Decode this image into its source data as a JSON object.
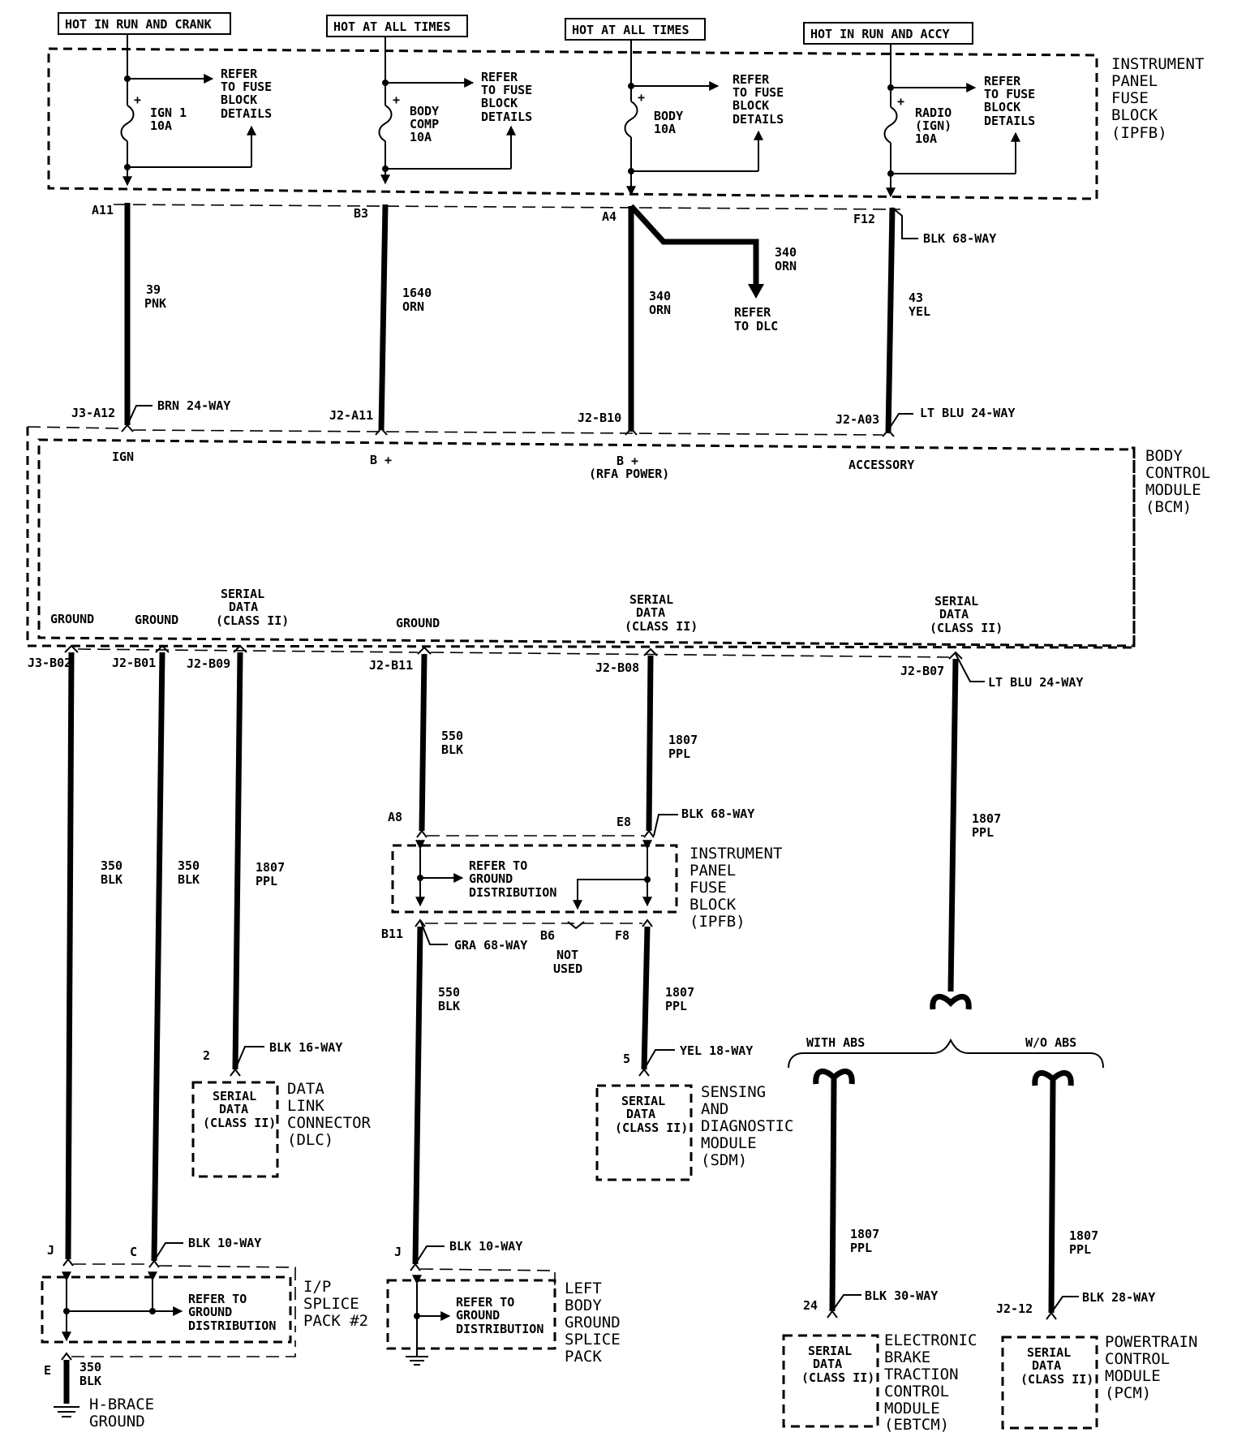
{
  "feeds": {
    "f1": "HOT IN RUN AND CRANK",
    "f2": "HOT AT ALL TIMES",
    "f3": "HOT AT ALL TIMES",
    "f4": "HOT IN RUN AND ACCY"
  },
  "fuses": {
    "f1": [
      "IGN 1",
      "10A"
    ],
    "f2": [
      "BODY",
      "COMP",
      "10A"
    ],
    "f3": [
      "BODY",
      "10A"
    ],
    "f4": [
      "RADIO",
      "(IGN)",
      "10A"
    ],
    "refer": [
      "REFER",
      "TO FUSE",
      "BLOCK",
      "DETAILS"
    ]
  },
  "ipfb_top": [
    "INSTRUMENT",
    "PANEL",
    "FUSE",
    "BLOCK",
    "(IPFB)"
  ],
  "top_terms": {
    "a11": "A11",
    "b3": "B3",
    "a4": "A4",
    "f12": "F12",
    "blk68": "BLK 68-WAY"
  },
  "top_wires": {
    "w39": [
      "39",
      "PNK"
    ],
    "w1640": [
      "1640",
      "ORN"
    ],
    "w340a": [
      "340",
      "ORN"
    ],
    "w340b": [
      "340",
      "ORN"
    ],
    "dlc_ref": [
      "REFER",
      "TO DLC"
    ],
    "w43": [
      "43",
      "YEL"
    ]
  },
  "bcm_top_terms": {
    "j3a12": "J3-A12",
    "brn24": "BRN 24-WAY",
    "j2a11": "J2-A11",
    "j2b10": "J2-B10",
    "j2a03": "J2-A03",
    "ltblu24": "LT BLU 24-WAY"
  },
  "bcm": {
    "label": [
      "BODY",
      "CONTROL",
      "MODULE",
      "(BCM)"
    ],
    "ign": "IGN",
    "bplus": "B +",
    "bplus_rfa": [
      "B +",
      "(RFA POWER)"
    ],
    "accessory": "ACCESSORY",
    "ground1": "GROUND",
    "ground2": "GROUND",
    "ground3": "GROUND",
    "serial1": [
      "SERIAL",
      "DATA",
      "(CLASS II)"
    ],
    "serial2": [
      "SERIAL",
      "DATA",
      "(CLASS II)"
    ],
    "serial3": [
      "SERIAL",
      "DATA",
      "(CLASS II)"
    ]
  },
  "bcm_bottom_terms": {
    "j3b02": "J3-B02",
    "j2b01": "J2-B01",
    "j2b09": "J2-B09",
    "j2b11": "J2-B11",
    "j2b08": "J2-B08",
    "j2b07": "J2-B07",
    "ltblu24": "LT BLU 24-WAY"
  },
  "mid_wires": {
    "w550a": [
      "550",
      "BLK"
    ],
    "w1807a": [
      "1807",
      "PPL"
    ],
    "w1807b": [
      "1807",
      "PPL"
    ],
    "w350a": [
      "350",
      "BLK"
    ],
    "w350b": [
      "350",
      "BLK"
    ],
    "w1807c": [
      "1807",
      "PPL"
    ]
  },
  "ipfb_mid": {
    "a8": "A8",
    "e8": "E8",
    "blk68": "BLK 68-WAY",
    "refer": [
      "REFER TO",
      "GROUND",
      "DISTRIBUTION"
    ],
    "label": [
      "INSTRUMENT",
      "PANEL",
      "FUSE",
      "BLOCK",
      "(IPFB)"
    ],
    "b11": "B11",
    "gra68": "GRA 68-WAY",
    "b6": "B6",
    "not_used": [
      "NOT",
      "USED"
    ],
    "f8": "F8"
  },
  "lower_wires": {
    "w550b": [
      "550",
      "BLK"
    ],
    "w1807d": [
      "1807",
      "PPL"
    ]
  },
  "dlc": {
    "pin": "2",
    "conn": "BLK 16-WAY",
    "box": [
      "SERIAL",
      "DATA",
      "(CLASS II)"
    ],
    "label": [
      "DATA",
      "LINK",
      "CONNECTOR",
      "(DLC)"
    ]
  },
  "sdm": {
    "pin": "5",
    "conn": "YEL 18-WAY",
    "box": [
      "SERIAL",
      "DATA",
      "(CLASS II)"
    ],
    "label": [
      "SENSING",
      "AND",
      "DIAGNOSTIC",
      "MODULE",
      "(SDM)"
    ]
  },
  "abs": {
    "with": "WITH ABS",
    "without": "W/O ABS"
  },
  "abs_wires": {
    "w1807e": [
      "1807",
      "PPL"
    ],
    "w1807f": [
      "1807",
      "PPL"
    ]
  },
  "ebtcm": {
    "pin": "24",
    "conn": "BLK 30-WAY",
    "box": [
      "SERIAL",
      "DATA",
      "(CLASS II)"
    ],
    "label": [
      "ELECTRONIC",
      "BRAKE",
      "TRACTION",
      "CONTROL",
      "MODULE",
      "(EBTCM)"
    ]
  },
  "pcm": {
    "pin": "J2-12",
    "conn": "BLK 28-WAY",
    "box": [
      "SERIAL",
      "DATA",
      "(CLASS II)"
    ],
    "label": [
      "POWERTRAIN",
      "CONTROL",
      "MODULE",
      "(PCM)"
    ]
  },
  "ip_splice": {
    "j": "J",
    "c": "C",
    "conn": "BLK 10-WAY",
    "refer": [
      "REFER TO",
      "GROUND",
      "DISTRIBUTION"
    ],
    "label": [
      "I/P",
      "SPLICE",
      "PACK #2"
    ],
    "e": "E",
    "w350": [
      "350",
      "BLK"
    ],
    "ground": [
      "H-BRACE",
      "GROUND"
    ]
  },
  "left_splice": {
    "j": "J",
    "conn": "BLK 10-WAY",
    "refer": [
      "REFER TO",
      "GROUND",
      "DISTRIBUTION"
    ],
    "label": [
      "LEFT",
      "BODY",
      "GROUND",
      "SPLICE",
      "PACK"
    ]
  }
}
